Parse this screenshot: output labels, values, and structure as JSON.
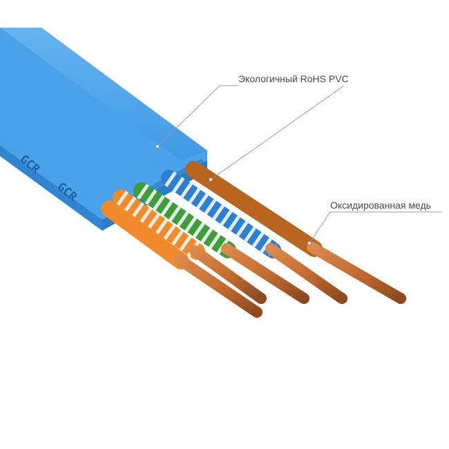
{
  "annotations": {
    "jacket_label": "Экологичный RoHS PVC",
    "conductor_label": "Оксидированная медь"
  },
  "jacket": {
    "brand_marks": [
      "GCR",
      "GCR"
    ],
    "color": "#3f9ae4"
  },
  "wires": [
    {
      "name": "orange-white",
      "stripe_color": "#f08a2c"
    },
    {
      "name": "orange",
      "stripe_color": "#f08a2c"
    },
    {
      "name": "green-white",
      "stripe_color": "#3f9c3a"
    },
    {
      "name": "blue-white",
      "stripe_color": "#2f7fd0"
    },
    {
      "name": "brown",
      "stripe_color": "#b7651f"
    }
  ],
  "colors": {
    "copper": "#c8743a",
    "copper_dark": "#8e4a1f",
    "leader_line": "#9a9a9a"
  }
}
